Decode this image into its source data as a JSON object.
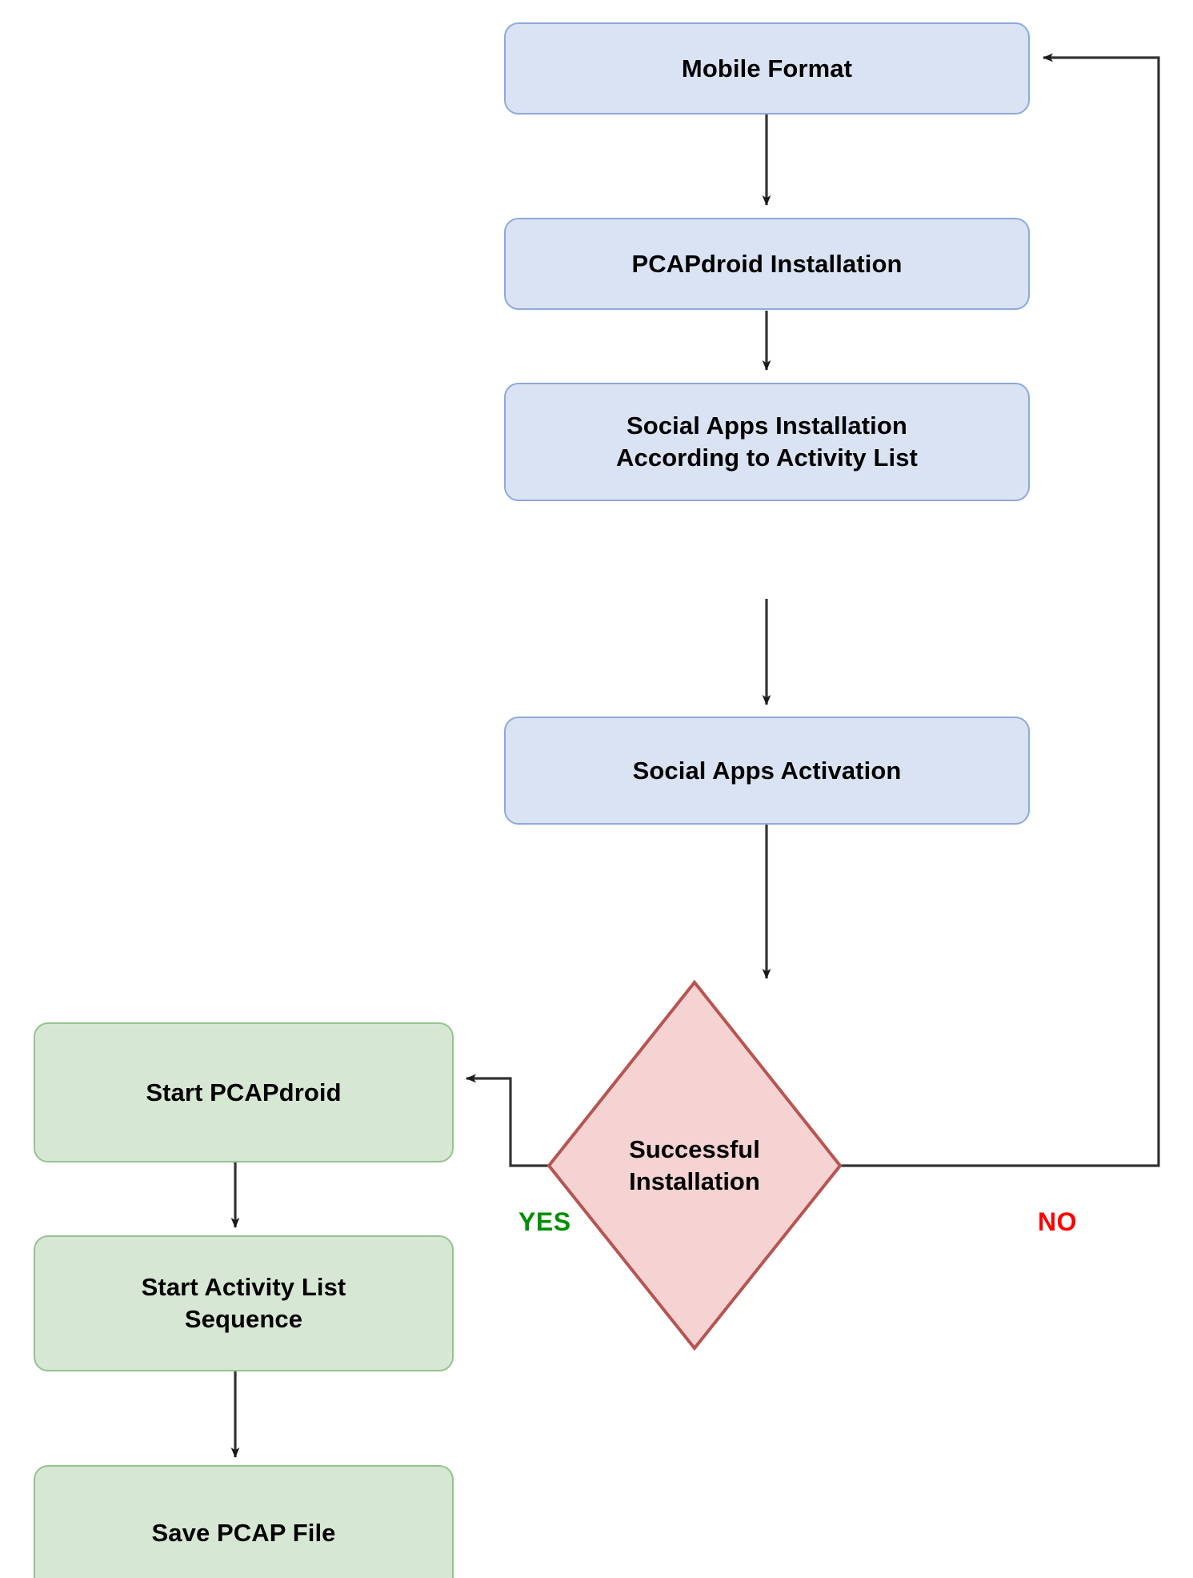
{
  "diagram": {
    "type": "flowchart",
    "title": "",
    "colors": {
      "process_fill_blue": "#dae3f3",
      "process_border_blue": "#8ea9db",
      "process_fill_green": "#d6e7d4",
      "process_border_green": "#94c38f",
      "decision_fill": "#f5d3d3",
      "decision_border": "#b85450",
      "connector": "#333333",
      "yes_label": "#008f00",
      "no_label": "#ff0000"
    },
    "nodes": [
      {
        "id": "mobile-format",
        "label": "Mobile Format",
        "shape": "rounded-rectangle",
        "style": "blue"
      },
      {
        "id": "pcapdroid-installation",
        "label": "PCAPdroid Installation",
        "shape": "rounded-rectangle",
        "style": "blue"
      },
      {
        "id": "social-apps-installation",
        "label": "Social Apps Installation\nAccording to Activity List",
        "shape": "rounded-rectangle",
        "style": "blue"
      },
      {
        "id": "social-apps-activation",
        "label": "Social Apps Activation",
        "shape": "rounded-rectangle",
        "style": "blue"
      },
      {
        "id": "successful-installation",
        "label": "Successful\nInstallation",
        "shape": "diamond",
        "style": "pink"
      },
      {
        "id": "start-pcapdroid",
        "label": "Start PCAPdroid",
        "shape": "rounded-rectangle",
        "style": "green"
      },
      {
        "id": "start-activity-list-sequence",
        "label": "Start Activity List\nSequence",
        "shape": "rounded-rectangle",
        "style": "green"
      },
      {
        "id": "save-pcap-file",
        "label": "Save PCAP File",
        "shape": "rounded-rectangle",
        "style": "green"
      }
    ],
    "edge_labels": {
      "yes": "YES",
      "no": "NO"
    },
    "edges": [
      {
        "from": "mobile-format",
        "to": "pcapdroid-installation",
        "label": ""
      },
      {
        "from": "pcapdroid-installation",
        "to": "social-apps-installation",
        "label": ""
      },
      {
        "from": "social-apps-installation",
        "to": "social-apps-activation",
        "label": ""
      },
      {
        "from": "social-apps-activation",
        "to": "successful-installation",
        "label": ""
      },
      {
        "from": "successful-installation",
        "to": "start-pcapdroid",
        "label": "YES"
      },
      {
        "from": "successful-installation",
        "to": "mobile-format",
        "label": "NO"
      },
      {
        "from": "start-pcapdroid",
        "to": "start-activity-list-sequence",
        "label": ""
      },
      {
        "from": "start-activity-list-sequence",
        "to": "save-pcap-file",
        "label": ""
      }
    ]
  }
}
